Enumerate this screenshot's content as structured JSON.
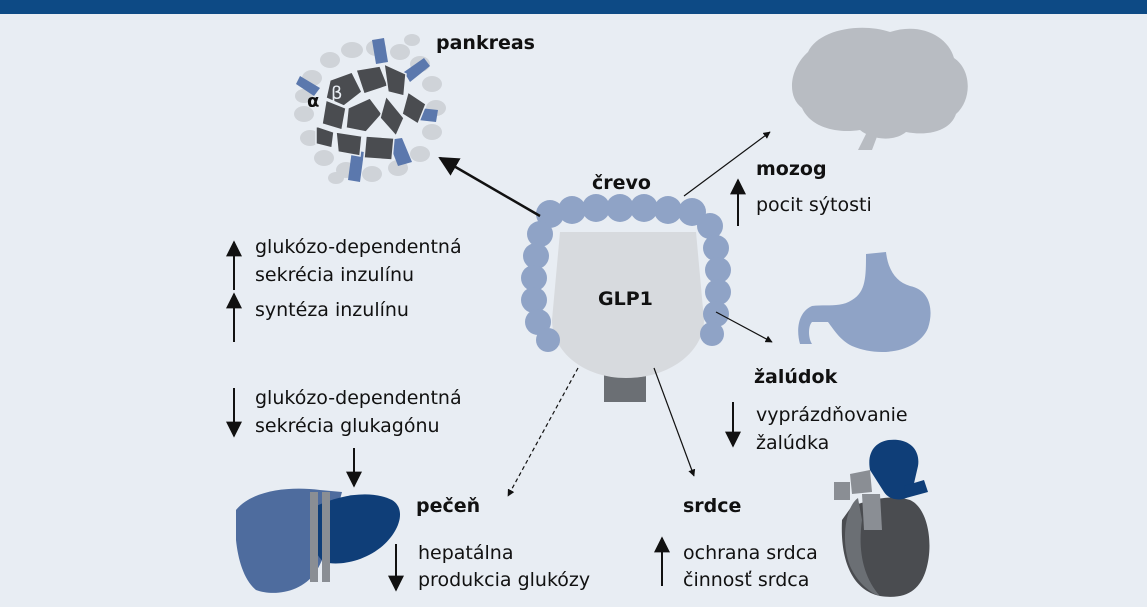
{
  "center": {
    "organ": "črevo",
    "hormone": "GLP1"
  },
  "pancreas": {
    "title": "pankreas",
    "alpha_symbol": "α",
    "beta_symbol": "β",
    "effects": [
      {
        "direction": "up",
        "text": "glukózo-dependentná"
      },
      {
        "direction": "",
        "text": "sekrécia inzulínu"
      },
      {
        "direction": "up",
        "text": "syntéza inzulínu"
      },
      {
        "direction": "down",
        "text": "glukózo-dependentná"
      },
      {
        "direction": "",
        "text": "sekrécia glukagónu"
      }
    ]
  },
  "brain": {
    "title": "mozog",
    "effect": {
      "direction": "up",
      "text": "pocit sýtosti"
    }
  },
  "stomach": {
    "title": "žalúdok",
    "effect": {
      "direction": "down",
      "lines": [
        "vyprázdňovanie",
        "žalúdka"
      ]
    }
  },
  "liver": {
    "title": "pečeň",
    "effect": {
      "direction": "down",
      "lines": [
        "hepatálna",
        "produkcia glukózy"
      ]
    }
  },
  "heart": {
    "title": "srdce",
    "effect": {
      "direction": "up",
      "lines": [
        "ochrana srdca",
        "činnosť srdca"
      ]
    }
  },
  "colors": {
    "header": "#0d4a85",
    "background": "#e8edf3",
    "intestine": "#8fa3c6",
    "organ_gray": "#b8bcc2",
    "organ_dark": "#4a4c50",
    "liver_blue": "#4e6c9e",
    "liver_dark": "#0f3e78",
    "accent_blue": "#5b78ad"
  }
}
